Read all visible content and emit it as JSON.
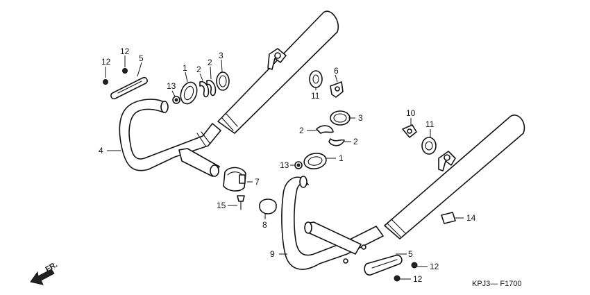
{
  "diagram_code": "KPJ3— F1700",
  "direction_label": "FR.",
  "direction_icon": "arrow-forward-icon",
  "line_color": "#111111",
  "background_color": "#ffffff",
  "callouts": [
    {
      "id": "c-12a",
      "label": "12"
    },
    {
      "id": "c-12b",
      "label": "12"
    },
    {
      "id": "c-5a",
      "label": "5"
    },
    {
      "id": "c-1a",
      "label": "1"
    },
    {
      "id": "c-2a",
      "label": "2"
    },
    {
      "id": "c-2b",
      "label": "2"
    },
    {
      "id": "c-3a",
      "label": "3"
    },
    {
      "id": "c-13a",
      "label": "13"
    },
    {
      "id": "c-4",
      "label": "4"
    },
    {
      "id": "c-7",
      "label": "7"
    },
    {
      "id": "c-15",
      "label": "15"
    },
    {
      "id": "c-8",
      "label": "8"
    },
    {
      "id": "c-11a",
      "label": "11"
    },
    {
      "id": "c-6",
      "label": "6"
    },
    {
      "id": "c-3b",
      "label": "3"
    },
    {
      "id": "c-2c",
      "label": "2"
    },
    {
      "id": "c-2d",
      "label": "2"
    },
    {
      "id": "c-13b",
      "label": "13"
    },
    {
      "id": "c-1b",
      "label": "1"
    },
    {
      "id": "c-10",
      "label": "10"
    },
    {
      "id": "c-11b",
      "label": "11"
    },
    {
      "id": "c-14",
      "label": "14"
    },
    {
      "id": "c-9",
      "label": "9"
    },
    {
      "id": "c-5b",
      "label": "5"
    },
    {
      "id": "c-12c",
      "label": "12"
    },
    {
      "id": "c-12d",
      "label": "12"
    }
  ]
}
